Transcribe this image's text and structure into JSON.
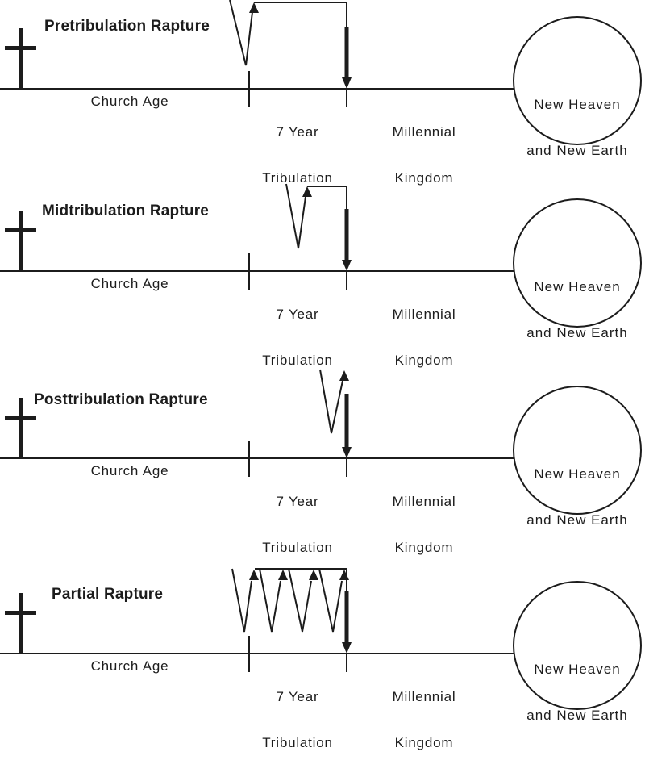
{
  "rows": [
    {
      "title": "Pretribulation Rapture"
    },
    {
      "title": "Midtribulation Rapture"
    },
    {
      "title": "Posttribulation Rapture"
    },
    {
      "title": "Partial Rapture"
    }
  ],
  "segments": {
    "church_age": "Church Age",
    "tribulation_line1": "7 Year",
    "tribulation_line2": "Tribulation",
    "millennial_line1": "Millennial",
    "millennial_line2": "Kingdom"
  },
  "destination": {
    "line1": "New Heaven",
    "line2": "and New Earth"
  },
  "colors": {
    "ink": "#1c1c1c",
    "background": "#ffffff"
  }
}
